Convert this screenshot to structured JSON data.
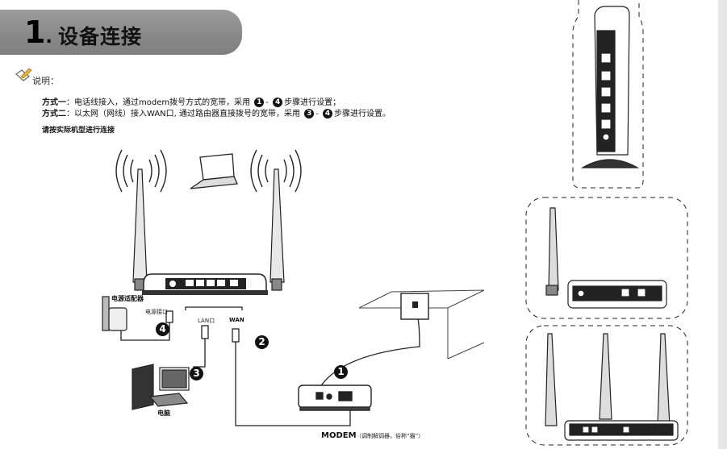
{
  "title": {
    "number": "1",
    "dot": ".",
    "text": "设备连接"
  },
  "note": {
    "label": "说明："
  },
  "methods": [
    {
      "name": "方式一",
      "text_a": "：电话线接入，通过modem拨号方式的宽带，采用",
      "from": "1",
      "sep": "-",
      "to": "4",
      "text_b": "步骤进行设置；"
    },
    {
      "name": "方式二",
      "text_a": "：以太网（网线）接入WAN口, 通过路由器直接拨号的宽带，采用",
      "from": "3",
      "sep": "-",
      "to": "4",
      "text_b": "步骤进行设置。"
    }
  ],
  "instruction": "请按实际机型进行连接",
  "labels": {
    "power_adapter": "电源适配器",
    "power_port": "电源接口",
    "lan": "LAN口",
    "wan": "WAN",
    "computer": "电脑",
    "modem": "MODEM",
    "modem_note": "（调制解调器，俗称“猫”）"
  },
  "steps": [
    "1",
    "2",
    "3",
    "4"
  ],
  "colors": {
    "banner": "#8c8c8c",
    "line": "#111111",
    "dashed": "#333333"
  }
}
